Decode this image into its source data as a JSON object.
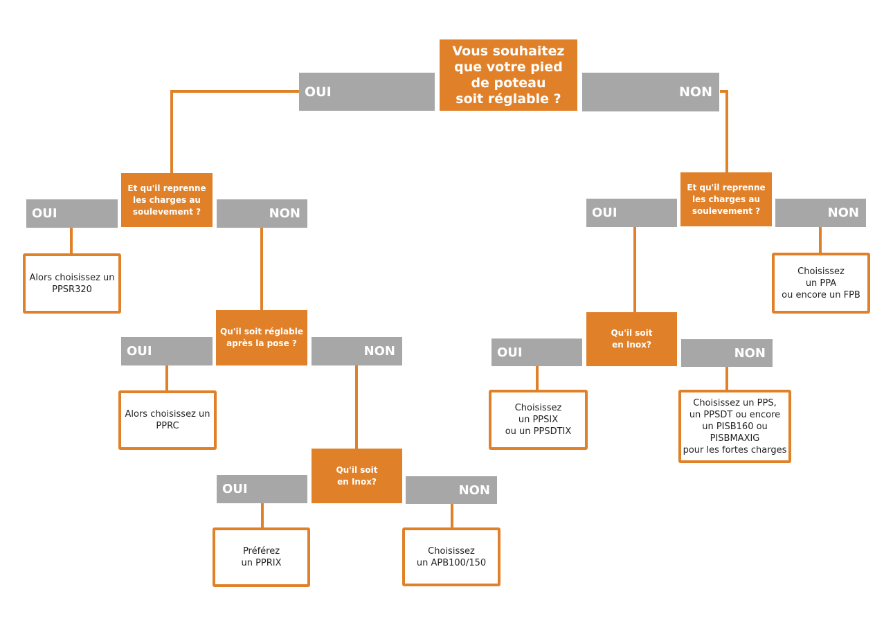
{
  "colors": {
    "question_fill": "#e0812a",
    "answer_fill": "#a7a7a7",
    "result_border": "#e0812a",
    "connector": "#e0812a"
  },
  "questions": {
    "q1": "Vous souhaitez\nque votre pied\nde poteau\nsoit réglable ?",
    "q2_left": "Et qu'il reprenne\nles charges au\nsoulevement ?",
    "q2_right": "Et qu'il reprenne\nles charges au\nsoulevement ?",
    "q3_left": "Qu'il soit réglable\naprès la pose ?",
    "q3_right": "Qu'il soit\nen Inox?",
    "q4": "Qu'il soit\nen Inox?"
  },
  "answers": {
    "yes": "OUI",
    "no": "NON"
  },
  "results": {
    "ppsr320": "Alors choisissez un\nPPSR320",
    "pprc": "Alors choisissez un\nPPRC",
    "pprix": "Préférez\nun PPRIX",
    "apb": "Choisissez\nun APB100/150",
    "ppsix": "Choisissez\nun PPSIX\nou un PPSDTIX",
    "pps": "Choisissez un PPS,\nun PPSDT ou encore\nun PISB160 ou\nPISBMAXIG\npour les fortes charges",
    "ppa": "Choisissez\nun PPA\nou encore un FPB"
  }
}
